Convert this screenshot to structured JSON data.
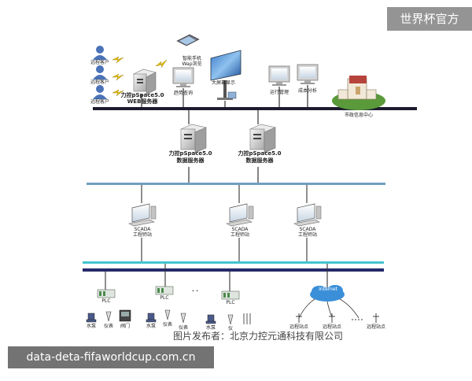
{
  "labels": {
    "remote_client_1": "远程客户",
    "remote_client_2": "远程客户",
    "remote_client_3": "远程客户",
    "smartphone_1": "智能手机",
    "smartphone_2": "Wap浏览",
    "web_server_1": "力控pSpace5.0",
    "web_server_2": "WEB服务器",
    "trend_query": "趋势查询",
    "big_screen": "大屏幕显示",
    "ops_mgmt": "运行管理",
    "cost_accounting": "成本分析",
    "city_info_center": "市政信息中心",
    "data_server_a_1": "力控pSpace5.0",
    "data_server_a_2": "数据服务器",
    "data_server_b_1": "力控pSpace5.0",
    "data_server_b_2": "数据服务器",
    "scada_1_a": "SCADA",
    "scada_1_b": "工程师站",
    "scada_2_a": "SCADA",
    "scada_2_b": "工程师站",
    "scada_3_a": "SCADA",
    "scada_3_b": "工程师站",
    "plc_1": "PLC",
    "plc_2": "PLC",
    "plc_3": "PLC",
    "ellipsis": "· ·",
    "pump_1": "水泵",
    "instrument_1": "仪表",
    "valve_1": "阀门",
    "pump_2": "水泵",
    "instrument_2": "仪表",
    "instrument_2b": "仪表",
    "pump_3": "水泵",
    "instrument_3": "仪",
    "internet": "Internet",
    "remote_station_1": "远程站点",
    "remote_station_2": "远程站点",
    "remote_station_3": "远程站点"
  },
  "credit": "图片发布者：北京力控元通科技有限公司",
  "watermark_top": "世界杯官方",
  "watermark_bottom": "data-deta-fifaworldcup.com.cn",
  "colors": {
    "bus_dark": "#1c1c2e",
    "bus_light": "#6f9fc0",
    "bus_cyan": "#45c4cf",
    "bus_navy": "#252a6a",
    "device_gray": "#d4d4d4",
    "person_blue": "#4a73b8",
    "lightning": "#e6c100",
    "cloud": "#3a8fd8",
    "roof_red": "#b6443c",
    "grass_green": "#5a9a3a"
  }
}
